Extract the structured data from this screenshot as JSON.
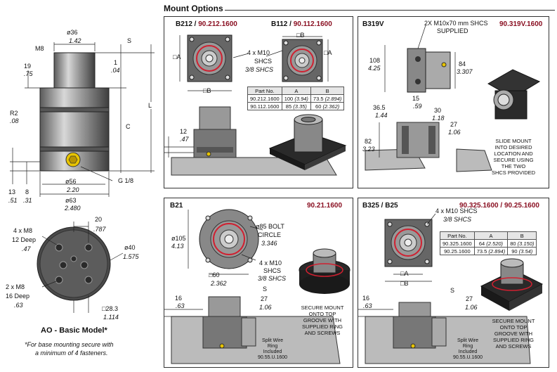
{
  "header": {
    "title": "Mount Options"
  },
  "base_model": {
    "dims": {
      "d36": "ø36",
      "d36_in": "1.42",
      "s": "S",
      "m8": "M8",
      "d19": "19",
      "d19_in": ".75",
      "d1": "1",
      "d1_in": ".04",
      "r2": "R2",
      "r2_in": ".08",
      "c": "C",
      "l": "L",
      "g": "G 1/8",
      "d56": "ø56",
      "d56_in": "2.20",
      "d63": "ø63",
      "d63_in": "2.480",
      "d13": "13",
      "d13_in": ".51",
      "d8": "8",
      "d8_in": ".31",
      "d20": "20",
      "d20_in": ".787",
      "top_holes": "4 x M8",
      "top_deep": "12 Deep",
      "top_deep_in": ".47",
      "d40": "ø40",
      "d40_in": "1.575",
      "side_holes": "2 x M8",
      "side_deep": "16 Deep",
      "side_deep_in": ".63",
      "sq": "28.3",
      "sq_in": "1.114"
    },
    "title": "AO - Basic Model*",
    "footnote_1": "*For base mounting secure with",
    "footnote_2": "a minimum of 4 fasteners."
  },
  "panel_b212": {
    "title_a": "B212 / ",
    "part_a": "90.212.1600",
    "title_b": "B112 / ",
    "part_b": "90.112.1600",
    "label_a": "A",
    "label_b": "B",
    "screws": "4 x M10",
    "screws2": "SHCS",
    "screws_in": "3/8 SHCS",
    "table": {
      "headers": [
        "Part No.",
        "A",
        "B"
      ],
      "rows": [
        [
          "90.212.1600",
          "100",
          "(3.94)",
          "73.5",
          "(2.894)"
        ],
        [
          "90.112.1600",
          "85",
          "(3.35)",
          "60",
          "(2.362)"
        ]
      ]
    },
    "d12": "12",
    "d12_in": ".47"
  },
  "panel_b319v": {
    "title": "B319V",
    "part": "90.319V.1600",
    "screw_note_1": "2X M10x70 mm SHCS",
    "screw_note_2": "SUPPLIED",
    "d108": "108",
    "d108_in": "4.25",
    "d84": "84",
    "d84_in": "3.307",
    "d15": "15",
    "d15_in": ".59",
    "d30": "30",
    "d30_in": "1.18",
    "d365": "36.5",
    "d365_in": "1.44",
    "d27": "27",
    "d27_in": "1.06",
    "d82": "82",
    "d82_in": "3.23",
    "note": [
      "SLIDE MOUNT",
      "INTO DESIRED",
      "LOCATION AND",
      "SECURE USING",
      "THE TWO",
      "SHCS PROVIDED"
    ]
  },
  "panel_b21": {
    "title": "B21",
    "part": "90.21.1600",
    "d105": "ø105",
    "d105_in": "4.13",
    "bolt_circle_1": "ø85 BOLT",
    "bolt_circle_2": "CIRCLE",
    "bolt_circle_in": "3.346",
    "screws": "4 x M10",
    "screws2": "SHCS",
    "screws_in": "3/8 SHCS",
    "d60": "60",
    "d60_in": "2.362",
    "d16": "16",
    "d16_in": ".63",
    "s": "S",
    "d27": "27",
    "d27_in": "1.06",
    "split_1": "Split Wire",
    "split_2": "Ring",
    "split_3": "Included",
    "split_4": "90.55.U.1600",
    "note": [
      "SECURE MOUNT",
      "ONTO TOP",
      "GROOVE WITH",
      "SUPPLIED RING",
      "AND SCREWS"
    ]
  },
  "panel_b325": {
    "title": "B325 / B25",
    "part": "90.325.1600 / 90.25.1600",
    "screws": "4 x M10 SHCS",
    "screws_in": "3/8 SHCS",
    "label_a": "A",
    "label_b": "B",
    "table": {
      "headers": [
        "Part No.",
        "A",
        "B"
      ],
      "rows": [
        [
          "90.325.1600",
          "64",
          "(2.520)",
          "80",
          "(3.150)"
        ],
        [
          "90.25.1600",
          "73.5",
          "(2.894)",
          "90",
          "(3.54)"
        ]
      ]
    },
    "d16": "16",
    "d16_in": ".63",
    "s": "S",
    "d27": "27",
    "d27_in": "1.06",
    "split_1": "Split Wire",
    "split_2": "Ring",
    "split_3": "Included",
    "split_4": "90.55.U.1600",
    "note": [
      "SECURE MOUNT",
      "ONTO TOP",
      "GROOVE WITH",
      "SUPPLIED RING",
      "AND SCREWS"
    ]
  },
  "colors": {
    "part_red": "#8a1022",
    "metal": "#9a9a9a",
    "dark": "#2a2a2a",
    "ring_red": "#d02030"
  }
}
